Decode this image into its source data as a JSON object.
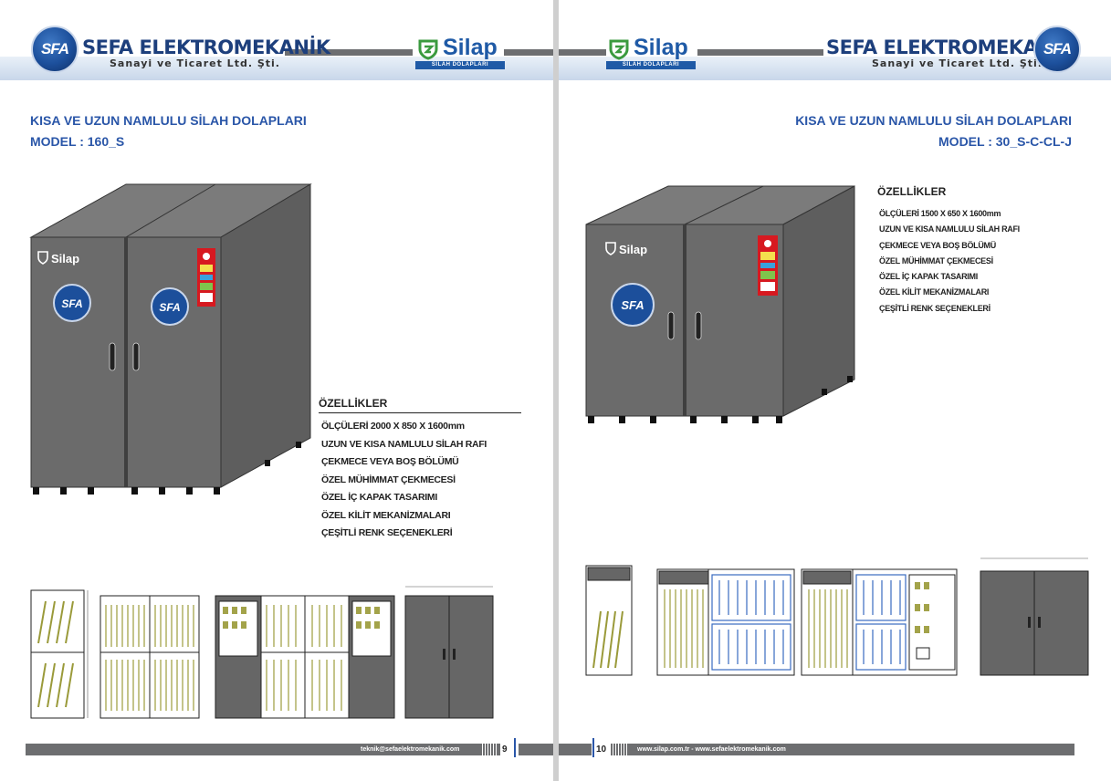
{
  "brand": {
    "company_name": "SEFA ELEKTROMEKANİK",
    "company_sub": "Sanayi ve Ticaret Ltd. Şti.",
    "sfa_logo_text": "SFA",
    "silap_name": "Silap",
    "silap_sub": "SİLAH DOLAPLARI"
  },
  "colors": {
    "title_blue": "#2a56a8",
    "cabinet_gray": "#6b6b6b",
    "bar_gray": "#6d6e70",
    "sticker_red": "#d71920"
  },
  "left_page": {
    "title": "KISA VE UZUN NAMLULU SİLAH DOLAPLARI",
    "model": "MODEL : 160_S",
    "cabinet_logo": "Silap",
    "features_heading": "ÖZELLİKLER",
    "features": [
      "ÖLÇÜLERİ 2000 X 850 X 1600mm",
      "UZUN VE KISA NAMLULU SİLAH RAFI",
      "ÇEKMECE VEYA BOŞ BÖLÜMÜ",
      "ÖZEL MÜHİMMAT ÇEKMECESİ",
      "ÖZEL İÇ KAPAK TASARIMI",
      "ÖZEL KİLİT MEKANİZMALARI",
      "ÇEŞİTLİ RENK SEÇENEKLERİ"
    ],
    "footer_text": "teknik@sefaelektromekanik.com",
    "page_number": "9"
  },
  "right_page": {
    "title": "KISA VE UZUN NAMLULU SİLAH DOLAPLARI",
    "model": "MODEL : 30_S-C-CL-J",
    "cabinet_logo": "Silap",
    "features_heading": "ÖZELLİKLER",
    "features": [
      "ÖLÇÜLERİ 1500 X 650 X 1600mm",
      "UZUN VE KISA NAMLULU SİLAH RAFI",
      "ÇEKMECE VEYA BOŞ BÖLÜMÜ",
      "ÖZEL MÜHİMMAT ÇEKMECESİ",
      "ÖZEL İÇ KAPAK TASARIMI",
      "ÖZEL KİLİT MEKANİZMALARI",
      "ÇEŞİTLİ RENK SEÇENEKLERİ"
    ],
    "footer_text": "www.silap.com.tr  -  www.sefaelektromekanik.com",
    "page_number": "10"
  }
}
